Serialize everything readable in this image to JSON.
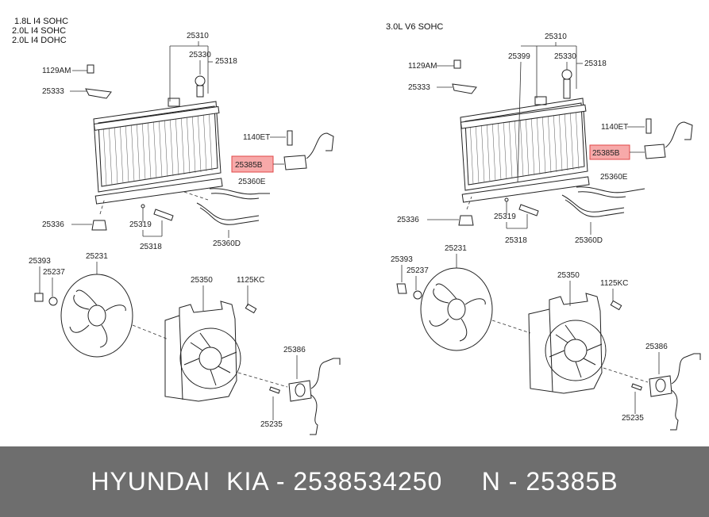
{
  "left_panel": {
    "engine_lines": [
      "1.8L I4 SOHC",
      "2.0L I4 SOHC",
      "2.0L I4 DOHC"
    ],
    "labels": {
      "radiator": "25310",
      "cap": "25330",
      "cap_seal": "25318",
      "bolt": "1129AM",
      "bracket": "25333",
      "bolt2": "1140ET",
      "part_highlight": "25385B",
      "hose_e": "25360E",
      "hose_d": "25360D",
      "insulator": "25336",
      "drain_plug": "25319",
      "drain_seal": "25318",
      "nut": "25393",
      "washer": "25237",
      "fan": "25231",
      "shroud": "25350",
      "shroud_bolt": "1125KC",
      "motor": "25386",
      "clip": "25235"
    }
  },
  "right_panel": {
    "engine_line": "3.0L V6 SOHC",
    "labels": {
      "radiator": "25310",
      "hose_pipe": "25399",
      "cap": "25330",
      "cap_seal": "25318",
      "bolt": "1129AM",
      "bracket": "25333",
      "bolt2": "1140ET",
      "part_highlight": "25385B",
      "hose_e": "25360E",
      "insulator": "25336",
      "drain_plug": "25319",
      "drain_seal": "25318",
      "hose_d": "25360D",
      "nut": "25393",
      "washer": "25237",
      "fan": "25231",
      "shroud": "25350",
      "shroud_bolt": "1125KC",
      "motor": "25386",
      "clip": "25235"
    }
  },
  "footer": {
    "text": "HYUNDAI  KIA - 2538534250     N - 25385B"
  },
  "colors": {
    "highlight_fill": "#f7a9a9",
    "highlight_stroke": "#e04848",
    "footer_bg": "#6e6e6e"
  }
}
